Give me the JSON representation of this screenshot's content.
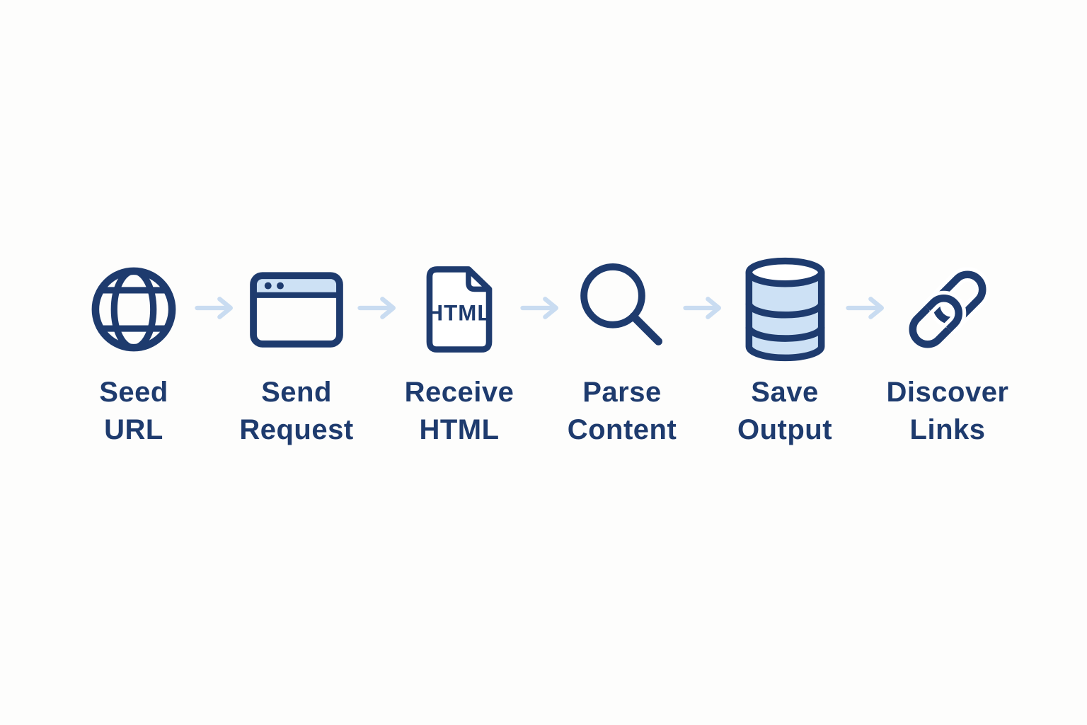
{
  "diagram": {
    "pipeline": {
      "steps": [
        {
          "label_line1": "Seed",
          "label_line2": "URL",
          "icon": "globe-icon"
        },
        {
          "label_line1": "Send",
          "label_line2": "Request",
          "icon": "browser-window-icon"
        },
        {
          "label_line1": "Receive",
          "label_line2": "HTML",
          "icon": "html-document-icon",
          "icon_text": "HTML"
        },
        {
          "label_line1": "Parse",
          "label_line2": "Content",
          "icon": "magnifier-icon"
        },
        {
          "label_line1": "Save",
          "label_line2": "Output",
          "icon": "database-icon"
        },
        {
          "label_line1": "Discover",
          "label_line2": "Links",
          "icon": "chain-link-icon"
        }
      ],
      "connector": "arrow-right"
    }
  },
  "colors": {
    "navy": "#1e3b6e",
    "light_blue": "#cde1f5",
    "arrow_blue": "#c9dcf1",
    "background": "#fdfdfc",
    "icon_fill_white": "#ffffff"
  }
}
